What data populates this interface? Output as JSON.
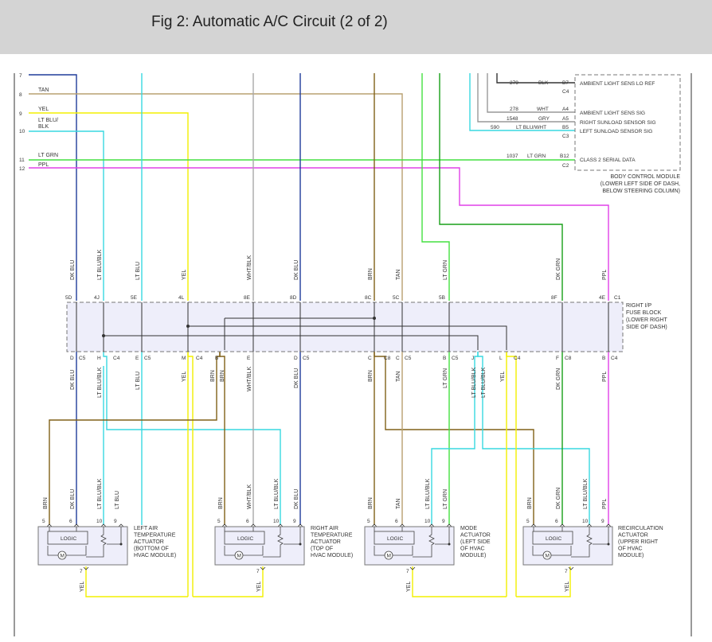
{
  "header": {
    "title": "Fig 2: Automatic A/C Circuit (2 of 2)"
  },
  "colors": {
    "DK BLU": "#1f3c9a",
    "TAN": "#b8a070",
    "YEL": "#f3f000",
    "LT BLU": "#38d8e0",
    "LT GRN": "#44e040",
    "PPL": "#e040e8",
    "BRN": "#806018",
    "WHT/BLK": "#a8a8a8",
    "DK GRN": "#18a018",
    "BLK": "#333333"
  },
  "left_numbers": [
    "7",
    "8",
    "9",
    "10",
    "11",
    "12"
  ],
  "left_labels": {
    "tan": "TAN",
    "yel": "YEL",
    "ltblu1": "LT BLU/",
    "ltblu2": "BLK",
    "ltgrn": "LT GRN",
    "ppl": "PPL"
  },
  "bcm": {
    "pins": [
      {
        "circuit": "279",
        "color": "BLK",
        "pin": "B7",
        "label": "AMBIENT LIGHT SENS LO REF"
      },
      {
        "circuit": "",
        "color": "",
        "pin": "C4",
        "label": ""
      },
      {
        "circuit": "278",
        "color": "WHT",
        "pin": "A4",
        "label": "AMBIENT LIGHT SENS SIG"
      },
      {
        "circuit": "1548",
        "color": "GRY",
        "pin": "A5",
        "label": "RIGHT SUNLOAD SENSOR SIG"
      },
      {
        "circuit": "590",
        "color": "LT BLU/WHT",
        "pin": "B5",
        "label": "LEFT SUNLOAD SENSOR SIG"
      },
      {
        "circuit": "",
        "color": "",
        "pin": "C3",
        "label": ""
      },
      {
        "circuit": "1037",
        "color": "LT GRN",
        "pin": "B12",
        "label": "CLASS 2 SERIAL DATA"
      },
      {
        "circuit": "",
        "color": "",
        "pin": "C2",
        "label": ""
      }
    ],
    "caption": [
      "BODY CONTROL MODULE",
      "(LOWER LEFT SIDE OF DASH,",
      "BELOW STEERING COLUMN)"
    ]
  },
  "fuse_block": {
    "top_wire_labels": [
      "DK BLU",
      "LT BLU/BLK",
      "LT BLU",
      "YEL",
      "WHT/BLK",
      "DK BLU",
      "BRN",
      "TAN",
      "LT GRN",
      "DK GRN",
      "PPL"
    ],
    "top_pins": [
      "5D",
      "4J",
      "5E",
      "4L",
      "8E",
      "8D",
      "8C",
      "5C",
      "5B",
      "8F",
      "4E"
    ],
    "top_connector": "C1",
    "bottom_pins": [
      "D",
      "H",
      "E",
      "M",
      "B",
      "E",
      "D",
      "C",
      "C",
      "B",
      "J",
      "L",
      "F",
      "B"
    ],
    "bottom_connectors": [
      "C5",
      "C4",
      "C5",
      "C4",
      "C8",
      "C5",
      "C5",
      "C4",
      "C8",
      "C4"
    ],
    "bottom_wire_labels": [
      "DK BLU",
      "LT BLU/BLK",
      "LT BLU",
      "YEL",
      "BRN",
      "BRN",
      "WHT/BLK",
      "DK BLU",
      "BRN",
      "TAN",
      "LT GRN",
      "LT BLU/BLK",
      "LT BLU/BLK",
      "YEL",
      "DK GRN",
      "PPL"
    ],
    "caption": [
      "RIGHT I/P",
      "FUSE BLOCK",
      "(LOWER RIGHT",
      "SIDE OF DASH)"
    ]
  },
  "actuators": [
    {
      "wires": [
        "BRN",
        "DK BLU",
        "LT BLU/BLK",
        "LT BLU"
      ],
      "pins": [
        "5",
        "6",
        "10",
        "9"
      ],
      "logic": "LOGIC",
      "motor": "M",
      "out_pin": "7",
      "out_wire": "YEL",
      "caption": [
        "LEFT AIR",
        "TEMPERATURE",
        "ACTUATOR",
        "(BOTTOM OF",
        "HVAC MODULE)"
      ]
    },
    {
      "wires": [
        "BRN",
        "WHT/BLK",
        "LT BLU/BLK",
        "DK BLU"
      ],
      "pins": [
        "5",
        "6",
        "10",
        "9"
      ],
      "logic": "LOGIC",
      "motor": "M",
      "out_pin": "7",
      "out_wire": "YEL",
      "caption": [
        "RIGHT AIR",
        "TEMPERATURE",
        "ACTUATOR",
        "(TOP OF",
        "HVAC MODULE)"
      ]
    },
    {
      "wires": [
        "BRN",
        "TAN",
        "LT BLU/BLK",
        "LT GRN"
      ],
      "pins": [
        "5",
        "6",
        "10",
        "9"
      ],
      "logic": "LOGIC",
      "motor": "M",
      "out_pin": "7",
      "out_wire": "YEL",
      "caption": [
        "MODE",
        "ACTUATOR",
        "(LEFT SIDE",
        "OF HVAC",
        "MODULE)"
      ]
    },
    {
      "wires": [
        "BRN",
        "DK GRN",
        "LT BLU/BLK",
        "PPL"
      ],
      "pins": [
        "5",
        "6",
        "10",
        "9"
      ],
      "logic": "LOGIC",
      "motor": "M",
      "out_pin": "7",
      "out_wire": "YEL",
      "caption": [
        "RECIRCULATION",
        "ACTUATOR",
        "(UPPER RIGHT",
        "OF HVAC",
        "MODULE)"
      ]
    }
  ]
}
